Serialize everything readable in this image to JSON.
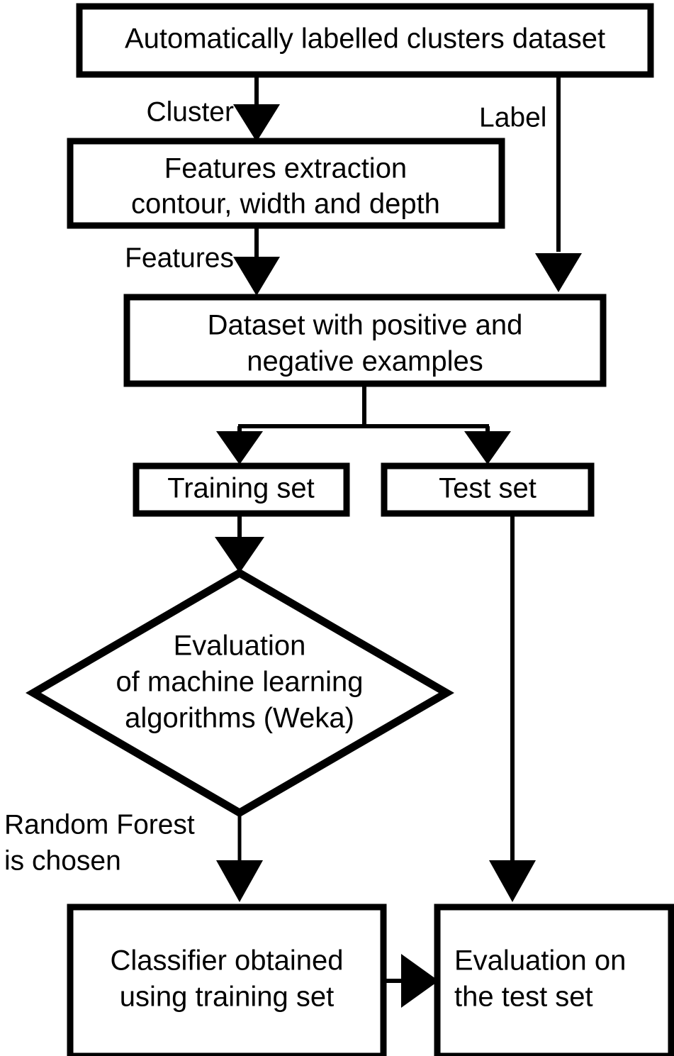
{
  "diagram": {
    "type": "flowchart",
    "title": "Automatically labelled clusters dataset machine learning pipeline",
    "orientation": "top-to-bottom",
    "background_color": "#ffffff",
    "line_color": "#000000",
    "fill_color": "#ffffff"
  },
  "nodes": {
    "dataset_source": {
      "shape": "rectangle",
      "lines": [
        "Automatically labelled clusters dataset"
      ]
    },
    "features_extraction": {
      "shape": "rectangle",
      "line1": "Features extraction",
      "line2": "contour, width and depth"
    },
    "dataset_examples": {
      "shape": "rectangle",
      "line1": "Dataset with positive and",
      "line2": "negative examples"
    },
    "training_set": {
      "shape": "rectangle",
      "lines": [
        "Training set"
      ]
    },
    "test_set": {
      "shape": "rectangle",
      "lines": [
        "Test set"
      ]
    },
    "evaluation_ml": {
      "shape": "diamond",
      "line1": "Evaluation",
      "line2": "of machine learning",
      "line3": "algorithms (Weka)"
    },
    "classifier": {
      "shape": "rectangle",
      "line1": "Classifier obtained",
      "line2": "using training set"
    },
    "evaluation_test": {
      "shape": "rectangle",
      "line1": "Evaluation on",
      "line2": "the test set"
    }
  },
  "edges": {
    "cluster": {
      "label": "Cluster",
      "from": "dataset_source",
      "to": "features_extraction"
    },
    "label": {
      "label": "Label",
      "from": "dataset_source",
      "to": "dataset_examples"
    },
    "features": {
      "label": "Features",
      "from": "features_extraction",
      "to": "dataset_examples"
    },
    "split_training": {
      "label": "",
      "from": "dataset_examples",
      "to": "training_set"
    },
    "split_test": {
      "label": "",
      "from": "dataset_examples",
      "to": "test_set"
    },
    "train_to_eval": {
      "label": "",
      "from": "training_set",
      "to": "evaluation_ml"
    },
    "test_to_eval_test": {
      "label": "",
      "from": "test_set",
      "to": "evaluation_test"
    },
    "random_forest": {
      "line1": "Random Forest",
      "line2": "is chosen",
      "from": "evaluation_ml",
      "to": "classifier"
    },
    "classifier_to_eval": {
      "label": "",
      "from": "classifier",
      "to": "evaluation_test"
    }
  }
}
